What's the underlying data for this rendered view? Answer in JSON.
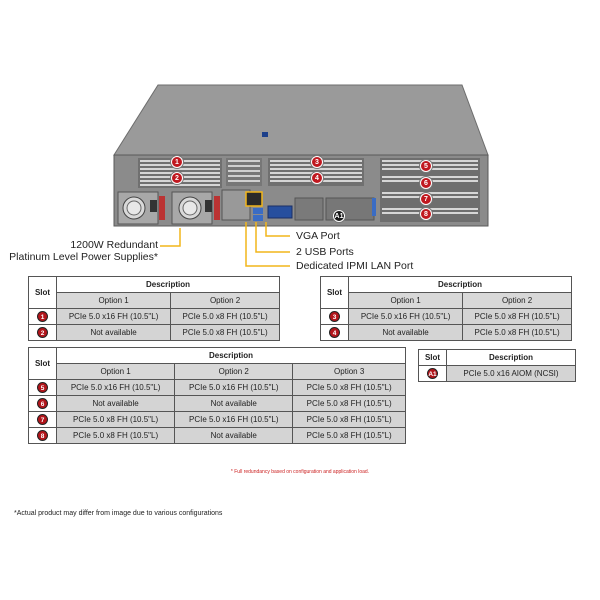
{
  "callouts": {
    "psu_line1": "1200W Redundant",
    "psu_line2": "Platinum Level Power Supplies*",
    "vga": "VGA Port",
    "usb": "2 USB Ports",
    "ipmi": "Dedicated IPMI  LAN Port"
  },
  "badges": [
    "1",
    "2",
    "3",
    "4",
    "5",
    "6",
    "7",
    "8",
    "A1"
  ],
  "colors": {
    "badge_red": "#c0181f",
    "leader_yellow": "#f2b61a",
    "chassis_gray": "#8c8c8c",
    "table_cell": "#d4d4d4"
  },
  "table_a": {
    "headers": {
      "slot": "Slot",
      "description": "Description"
    },
    "options": [
      "Option 1",
      "Option 2"
    ],
    "rows": [
      {
        "slot": "1",
        "cells": [
          "PCIe 5.0 x16 FH (10.5\"L)",
          "PCIe 5.0 x8 FH (10.5\"L)"
        ]
      },
      {
        "slot": "2",
        "cells": [
          "Not available",
          "PCIe 5.0 x8 FH (10.5\"L)"
        ]
      }
    ]
  },
  "table_b": {
    "headers": {
      "slot": "Slot",
      "description": "Description"
    },
    "options": [
      "Option 1",
      "Option 2"
    ],
    "rows": [
      {
        "slot": "3",
        "cells": [
          "PCIe 5.0 x16 FH (10.5\"L)",
          "PCIe 5.0 x8 FH (10.5\"L)"
        ]
      },
      {
        "slot": "4",
        "cells": [
          "Not available",
          "PCIe 5.0 x8 FH (10.5\"L)"
        ]
      }
    ]
  },
  "table_c": {
    "headers": {
      "slot": "Slot",
      "description": "Description"
    },
    "options": [
      "Option 1",
      "Option 2",
      "Option 3"
    ],
    "rows": [
      {
        "slot": "5",
        "cells": [
          "PCIe 5.0 x16 FH (10.5\"L)",
          "PCIe 5.0 x16 FH (10.5\"L)",
          "PCIe 5.0 x8 FH (10.5\"L)"
        ]
      },
      {
        "slot": "6",
        "cells": [
          "Not available",
          "Not available",
          "PCIe 5.0 x8 FH (10.5\"L)"
        ]
      },
      {
        "slot": "7",
        "cells": [
          "PCIe 5.0 x8 FH (10.5\"L)",
          "PCIe 5.0 x16 FH (10.5\"L)",
          "PCIe 5.0 x8 FH (10.5\"L)"
        ]
      },
      {
        "slot": "8",
        "cells": [
          "PCIe 5.0 x8 FH (10.5\"L)",
          "Not available",
          "PCIe 5.0 x8 FH (10.5\"L)"
        ]
      }
    ]
  },
  "table_d": {
    "headers": {
      "slot": "Slot",
      "description": "Description"
    },
    "rows": [
      {
        "slot": "A1",
        "cells": [
          "PCIe 5.0 x16 AIOM (NCSI)"
        ]
      }
    ]
  },
  "footnote": "* Full redundancy based on configuration and application load.",
  "disclaimer": "*Actual product may differ from image due to various configurations"
}
